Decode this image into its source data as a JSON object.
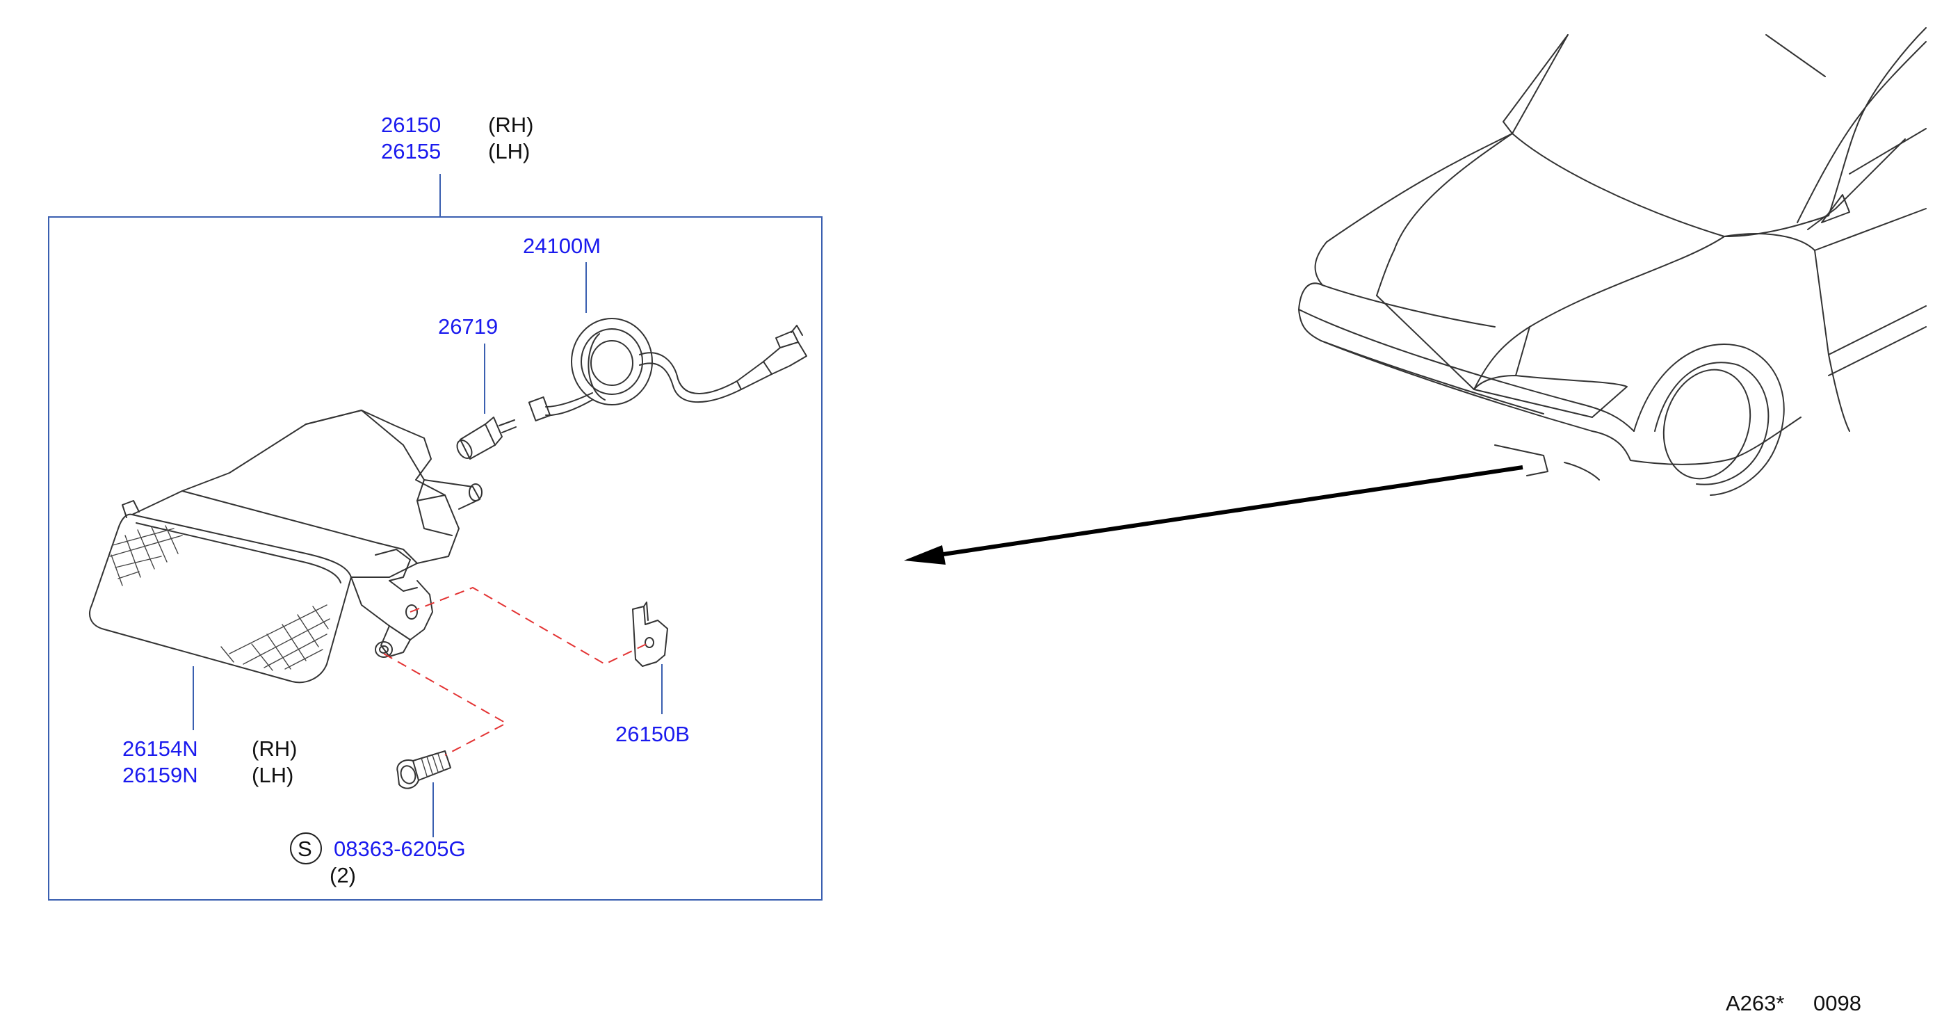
{
  "diagram": {
    "colors": {
      "part_number": "#1a1aee",
      "leader_line": "#3a5fb0",
      "fastener_path": "#e33333",
      "line_art": "#333333",
      "text": "#111111"
    },
    "assembly": {
      "part_rh": "26150",
      "side_rh": "(RH)",
      "part_lh": "26155",
      "side_lh": "(LH)"
    },
    "parts": {
      "socket_harness": "24100M",
      "bulb": "26719",
      "lens_rh": "26154N",
      "lens_rh_side": "(RH)",
      "lens_lh": "26159N",
      "lens_lh_side": "(LH)",
      "bracket": "26150B",
      "bolt_symbol": "S",
      "bolt": "08363-6205G",
      "bolt_qty": "(2)"
    },
    "footer": {
      "ref_code": "A263*",
      "ref_number": "0098"
    }
  }
}
